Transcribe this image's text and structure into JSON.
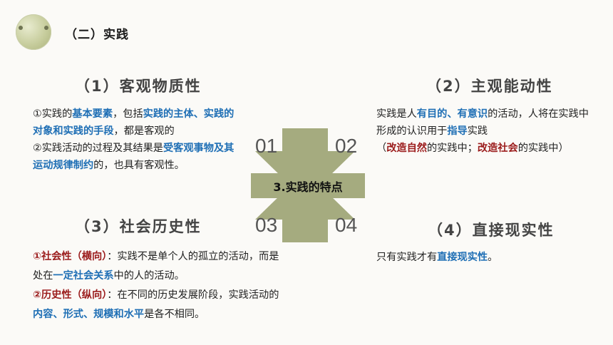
{
  "header": {
    "title": "（二）实践"
  },
  "center": {
    "label": "3.实践的特点",
    "numbers": [
      "01",
      "02",
      "03",
      "04"
    ]
  },
  "sections": [
    {
      "heading": "（1）客观物质性",
      "parts": [
        [
          "①实践的",
          ""
        ],
        [
          "基本要素",
          "blue"
        ],
        [
          "，包括",
          ""
        ],
        [
          "实践的主体、实践的对象和实践的手段",
          "blue"
        ],
        [
          "，都是客观的",
          ""
        ],
        [
          "\n",
          "br"
        ],
        [
          "②实践活动的过程及其结果是",
          ""
        ],
        [
          "受客观事物及其运动规律制约",
          "blue"
        ],
        [
          "的，也具有客观性。",
          ""
        ]
      ]
    },
    {
      "heading": "（2）主观能动性",
      "parts": [
        [
          "实践是人",
          ""
        ],
        [
          "有目的、有意识",
          "blue"
        ],
        [
          "的活动，人将在实践中形成的认识用于",
          ""
        ],
        [
          "指导",
          "blue"
        ],
        [
          "实践",
          ""
        ],
        [
          "\n",
          "br"
        ],
        [
          "（",
          ""
        ],
        [
          "改造自然",
          "red"
        ],
        [
          "的实践中；",
          ""
        ],
        [
          "改造社会",
          "red"
        ],
        [
          "的实践中）",
          ""
        ]
      ]
    },
    {
      "heading": "（3）社会历史性",
      "parts": [
        [
          "①社会性（横向）",
          "red"
        ],
        [
          "：实践不是单个人的孤立的活动，而是处在",
          ""
        ],
        [
          "一定社会关系",
          "blue"
        ],
        [
          "中的人的活动。",
          ""
        ],
        [
          "\n",
          "br"
        ],
        [
          "②历史性（纵向）",
          "red"
        ],
        [
          "：在不同的历史发展阶段，实践活动的",
          ""
        ],
        [
          "内容、形式、规模和水平",
          "blue"
        ],
        [
          "是各不相同。",
          ""
        ]
      ]
    },
    {
      "heading": "（4）直接现实性",
      "parts": [
        [
          "只有实践才有",
          ""
        ],
        [
          "直接现实性",
          "blue"
        ],
        [
          "。",
          ""
        ]
      ]
    }
  ],
  "colors": {
    "arrow": "#a5ab7f",
    "blue": "#1f6fb5",
    "red": "#9b1c1c"
  }
}
